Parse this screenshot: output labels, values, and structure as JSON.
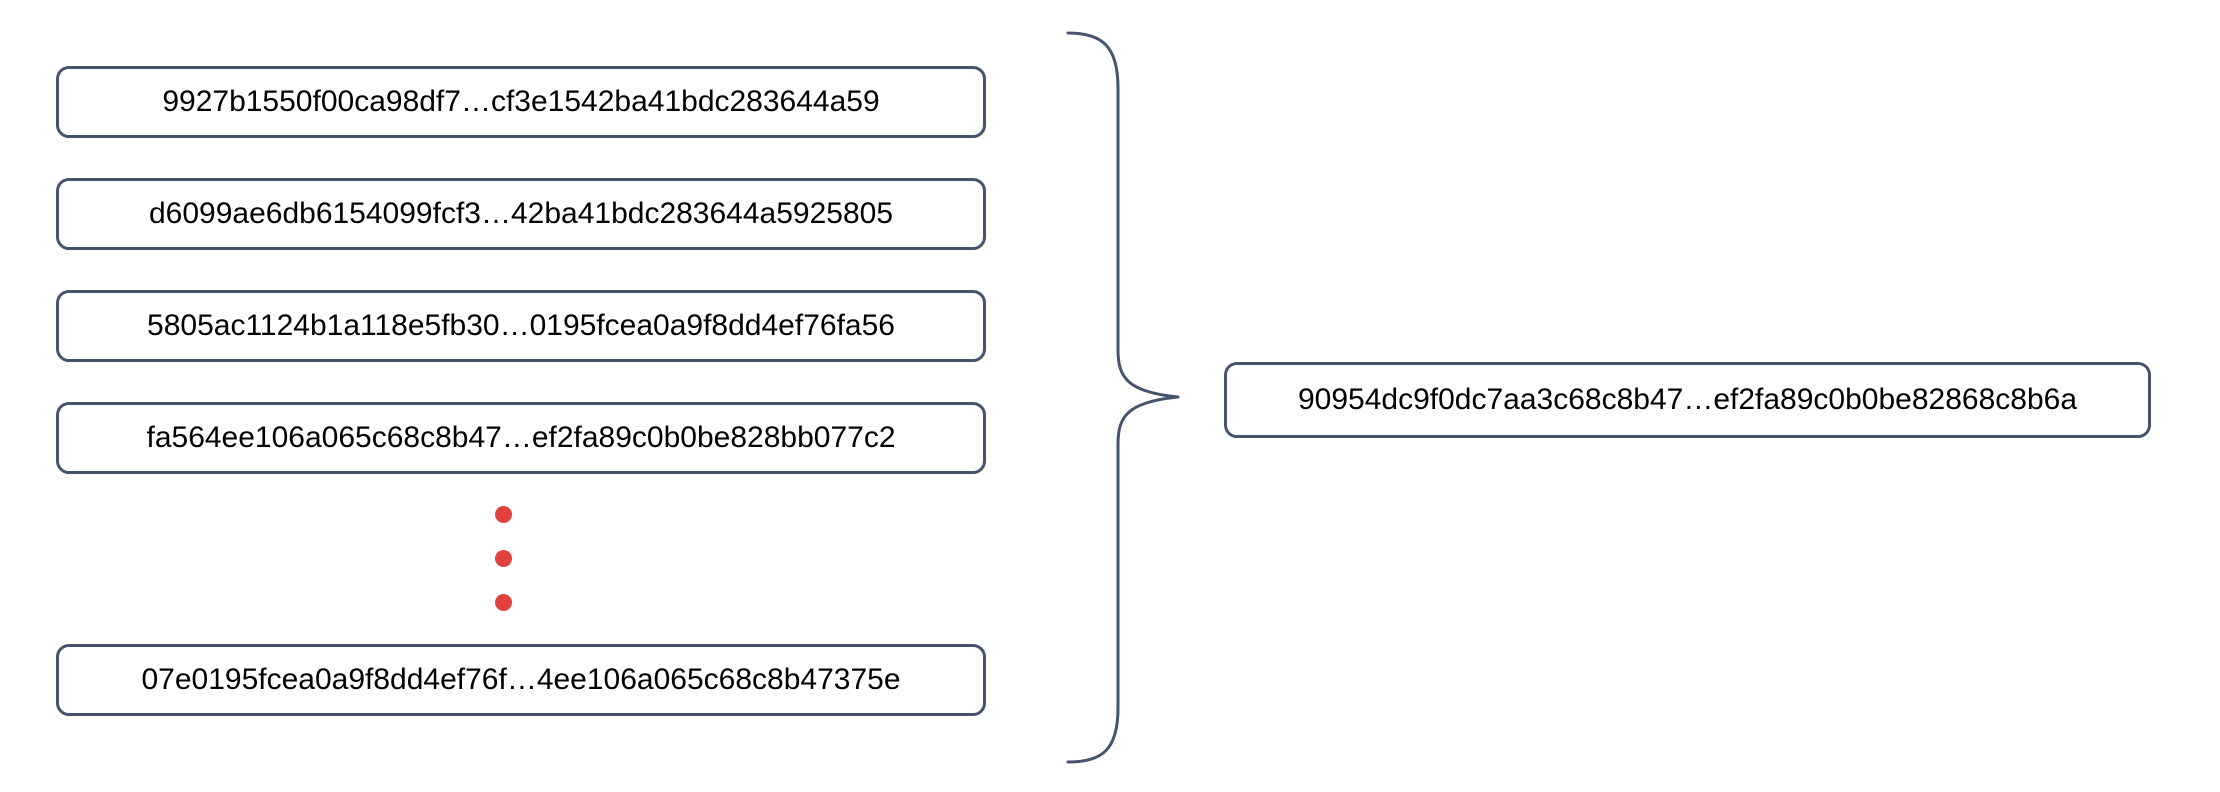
{
  "diagram": {
    "description_visible_content_only": "hash aggregation diagram",
    "hash_boxes": [
      {
        "label": "9927b1550f00ca98df7…cf3e1542ba41bdc283644a59"
      },
      {
        "label": "d6099ae6db6154099fcf3…42ba41bdc283644a5925805"
      },
      {
        "label": "5805ac1124b1a118e5fb30…0195fcea0a9f8dd4ef76fa56"
      },
      {
        "label": "fa564ee106a065c68c8b47…ef2fa89c0b0be828bb077c2"
      },
      {
        "label": "07e0195fcea0a9f8dd4ef76f…4ee106a065c68c8b47375e"
      }
    ],
    "ellipsis_dot_count": 3,
    "result_box": {
      "label": "90954dc9f0dc7aa3c68c8b47…ef2fa89c0b0be82868c8b6a"
    },
    "colors": {
      "outline": "#44546A",
      "dot": "#E2423D",
      "text": "#000000",
      "background": "#FFFFFF"
    }
  }
}
